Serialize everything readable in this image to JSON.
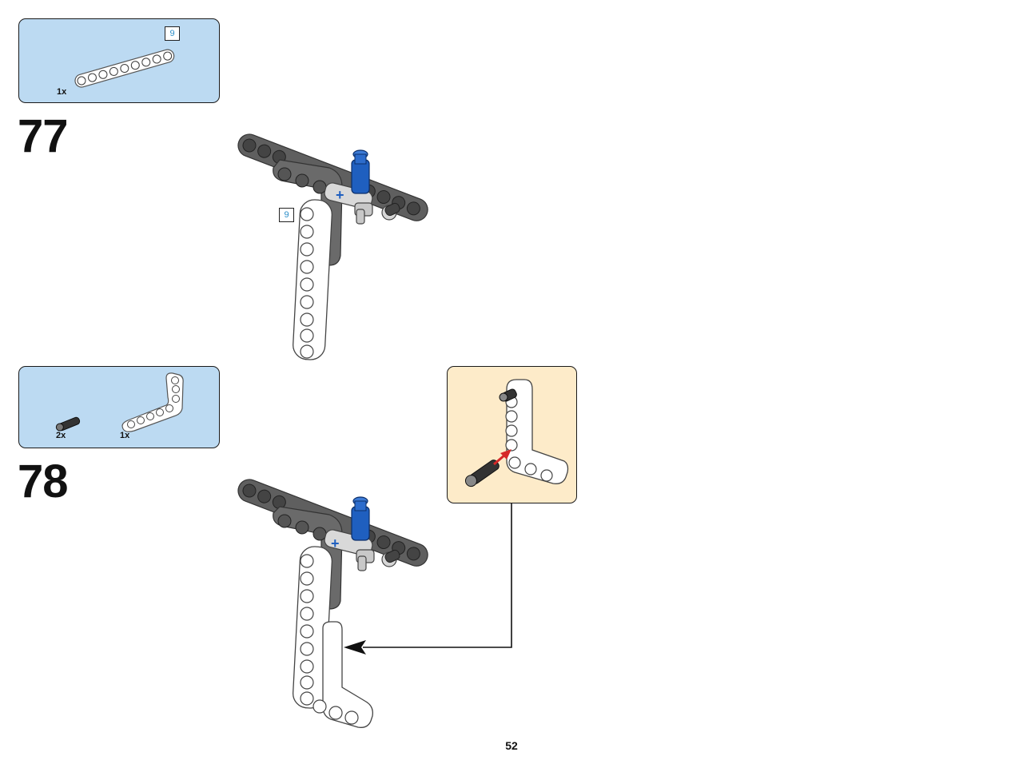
{
  "page": {
    "number": "52"
  },
  "steps": [
    {
      "number": "77",
      "parts": [
        {
          "name": "beam-9",
          "quantity": "1x",
          "length_tag": "9"
        }
      ],
      "model_length_tag": "9"
    },
    {
      "number": "78",
      "parts": [
        {
          "name": "pin-black",
          "quantity": "2x"
        },
        {
          "name": "angle-beam",
          "quantity": "1x"
        }
      ]
    }
  ],
  "colors": {
    "parts_box_bg": "#bcdaf2",
    "callout_bg": "#fdebc9",
    "beam_dark": "#5f5f5f",
    "beam_white": "#ffffff",
    "pin_blue": "#1f5fbf",
    "length_tag_text": "#2b8ec9",
    "arrow_red": "#d62828"
  }
}
